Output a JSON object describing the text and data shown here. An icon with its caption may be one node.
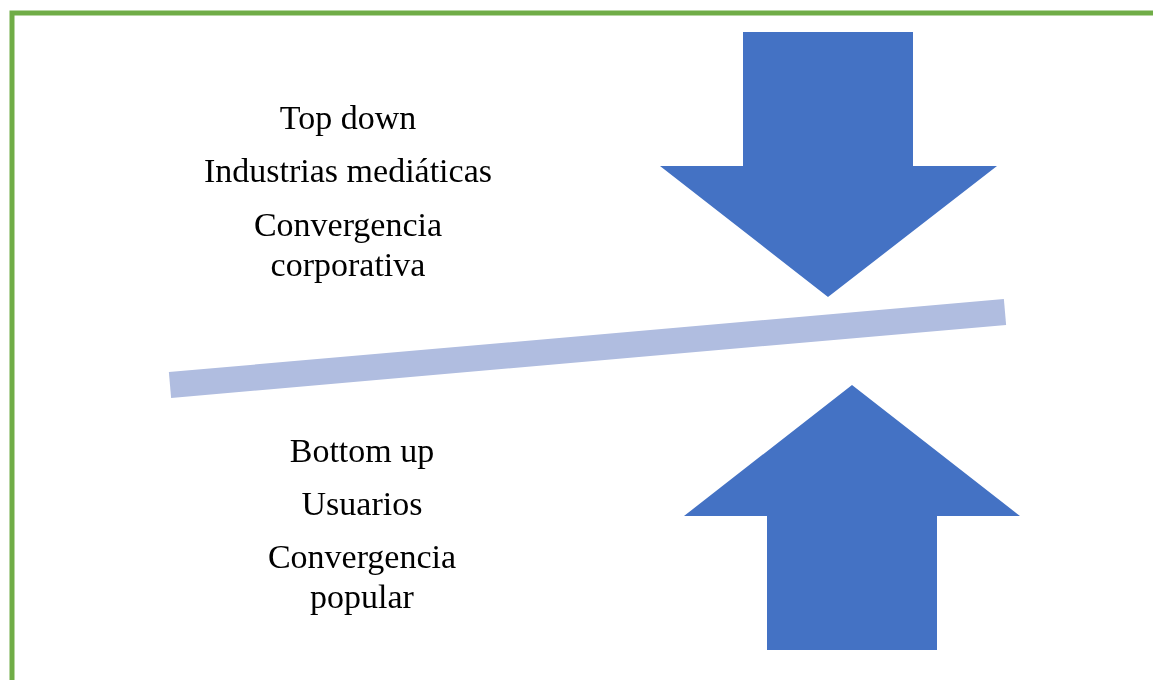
{
  "diagram": {
    "labels": [
      "Top down",
      "Industrias mediáticas",
      "Convergencia corporativa",
      "Bottom up",
      "Usuarios",
      "Convergencia popular"
    ]
  }
}
